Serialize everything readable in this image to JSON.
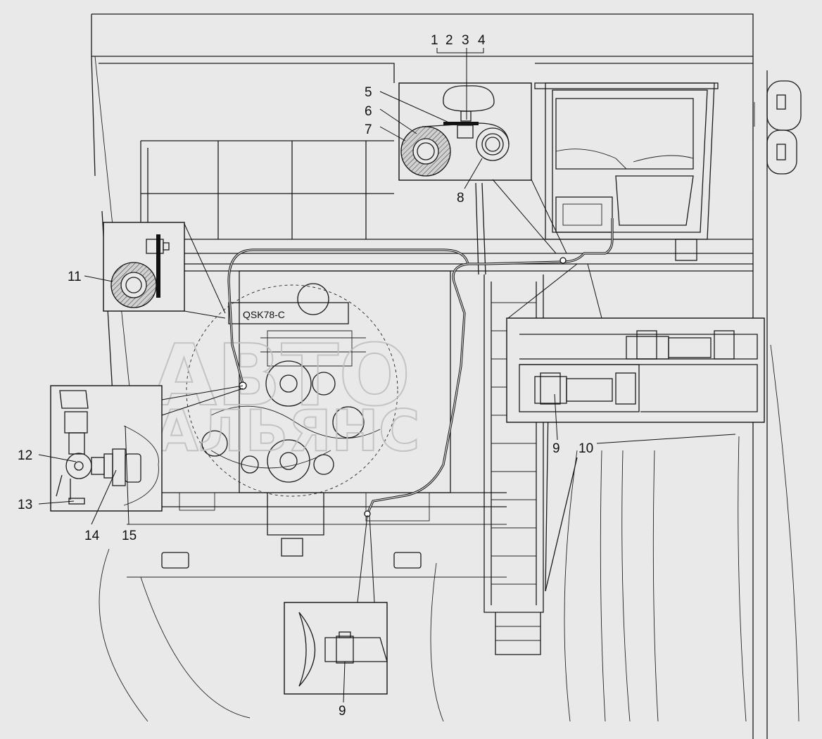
{
  "watermark": {
    "line1": "АВТО",
    "line2": "АЛЬЯНС"
  },
  "engine_marking": "QSK78-C",
  "callouts": {
    "c1": "1",
    "c2": "2",
    "c3": "3",
    "c4": "4",
    "c5": "5",
    "c6": "6",
    "c7": "7",
    "c8": "8",
    "c9_right": "9",
    "c10": "10",
    "c11": "11",
    "c12": "12",
    "c13": "13",
    "c14": "14",
    "c15": "15",
    "c9_bottom": "9"
  }
}
